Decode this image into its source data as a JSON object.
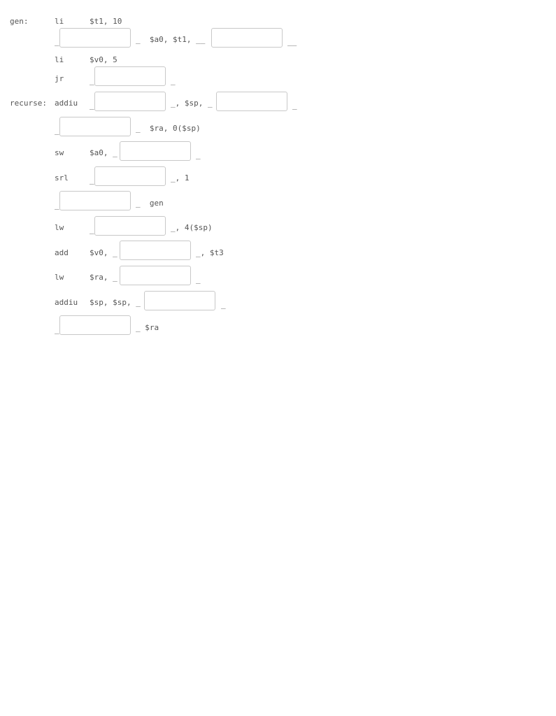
{
  "labels": {
    "gen": "gen:",
    "recurse": "recurse:"
  },
  "lines": [
    {
      "op": "li",
      "args": "$t1, 10"
    },
    {
      "pre": "_",
      "mid": "_  $a0, $t1, __",
      "post": "__"
    },
    {
      "op": "li",
      "args": "$v0, 5"
    },
    {
      "op": "jr",
      "pre": "_",
      "post": "_"
    },
    {
      "op": "addiu",
      "pre": "_",
      "mid": "_, $sp, _",
      "post": "_"
    },
    {
      "pre": "_",
      "post": "_  $ra, 0($sp)"
    },
    {
      "op": "sw",
      "pre": "$a0, _",
      "post": "_"
    },
    {
      "op": "srl",
      "pre": "_",
      "post": "_, 1"
    },
    {
      "pre": "_",
      "post": "_  gen"
    },
    {
      "op": "lw",
      "pre": "_",
      "post": "_, 4($sp)"
    },
    {
      "op": "add",
      "pre": "$v0, _",
      "post": "_, $t3"
    },
    {
      "op": "lw",
      "pre": "$ra, _",
      "post": "_"
    },
    {
      "op": "addiu",
      "pre": "$sp, $sp, _",
      "post": "_"
    },
    {
      "pre": "_",
      "post": "_ $ra"
    }
  ],
  "inputs": {
    "values": [
      "",
      "",
      "",
      "",
      "",
      "",
      "",
      "",
      "",
      "",
      "",
      "",
      "",
      "",
      "",
      ""
    ]
  }
}
